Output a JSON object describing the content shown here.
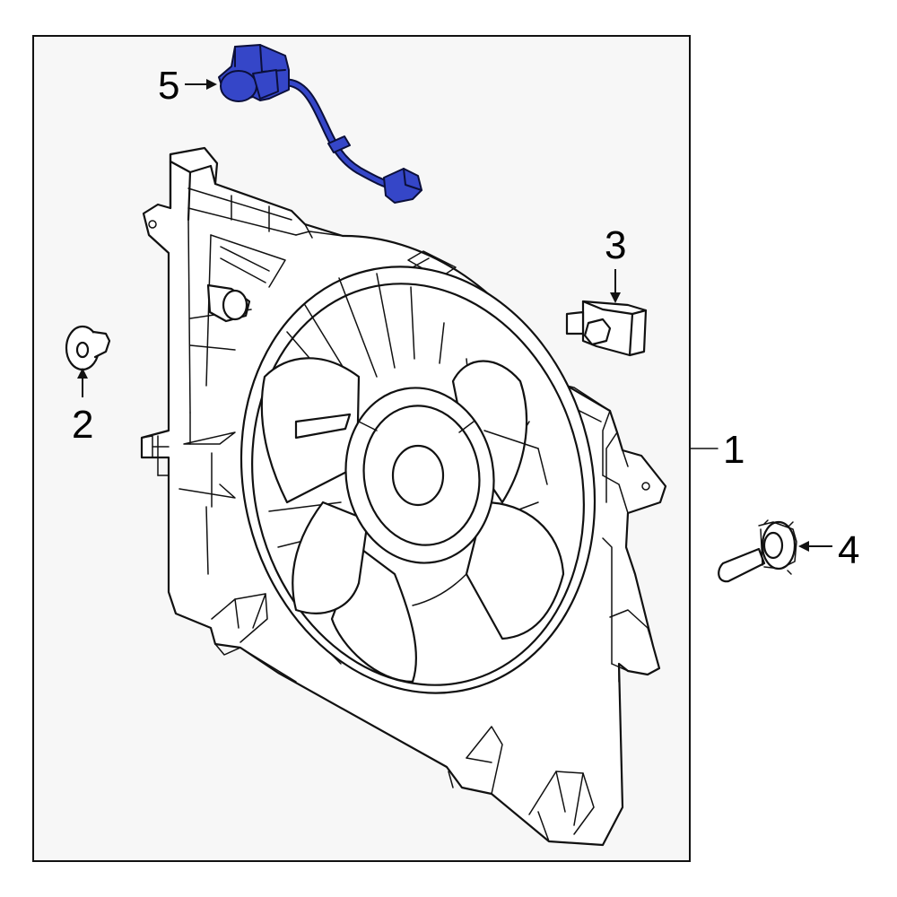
{
  "diagram": {
    "highlight_color": "#3546c8",
    "frame_background": "#f7f7f7",
    "callouts": [
      {
        "id": "1",
        "label": "1",
        "part": "fan-shroud-assembly"
      },
      {
        "id": "2",
        "label": "2",
        "part": "push-pin-retainer"
      },
      {
        "id": "3",
        "label": "3",
        "part": "clip"
      },
      {
        "id": "4",
        "label": "4",
        "part": "bolt"
      },
      {
        "id": "5",
        "label": "5",
        "part": "wiring-harness"
      }
    ]
  }
}
